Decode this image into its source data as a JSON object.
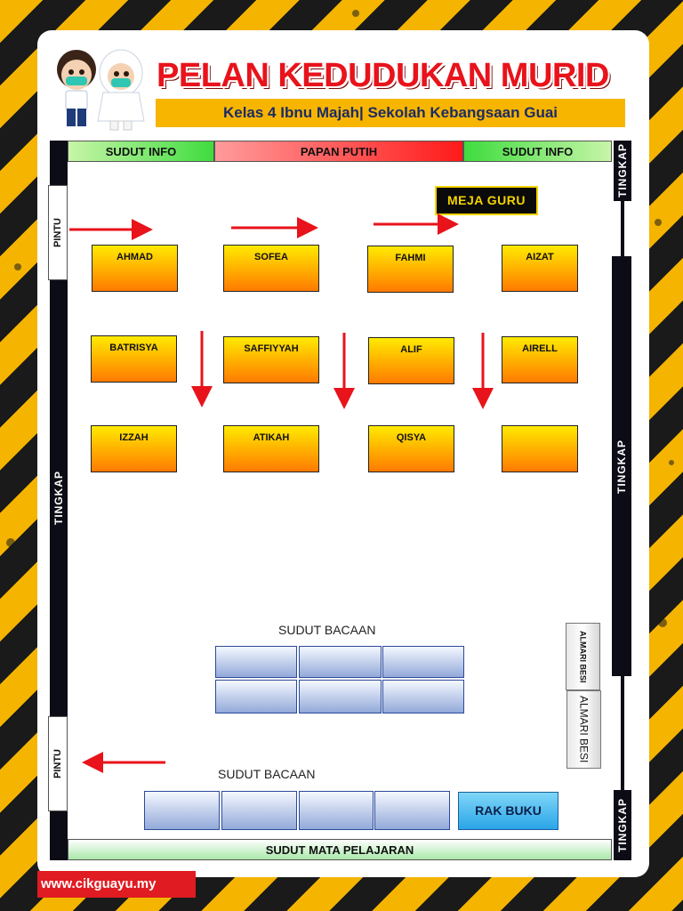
{
  "header": {
    "title": "PELAN KEDUDUKAN MURID",
    "subtitle": "Kelas 4 Ibnu Majah| Sekolah Kebangsaan Guai"
  },
  "top_bar": {
    "left": "SUDUT INFO",
    "center": "PAPAN PUTIH",
    "right": "SUDUT INFO"
  },
  "bottom_bar": {
    "label": "SUDUT MATA PELAJARAN"
  },
  "doors": {
    "top": "PINTU",
    "bottom": "PINTU"
  },
  "windows": {
    "left": "TINGKAP",
    "right_top": "TINGKAP",
    "right_mid": "TINGKAP",
    "right_bottom": "TINGKAP"
  },
  "teacher_desk": "MEJA GURU",
  "desks": {
    "row1": [
      "AHMAD",
      "SOFEA",
      "FAHMI",
      "AIZAT"
    ],
    "row2": [
      "BATRISYA",
      "SAFFIYYAH",
      "ALIF",
      "AIRELL"
    ],
    "row3": [
      "IZZAH",
      "ATIKAH",
      "QISYA",
      ""
    ]
  },
  "reading_corner": {
    "label_top": "SUDUT BACAAN",
    "label_bottom": "SUDUT BACAAN"
  },
  "bookshelf": "RAK BUKU",
  "cabinets": {
    "small": "ALMARI BESI",
    "large": "ALMARI BESI"
  },
  "footer": {
    "url": "www.cikguayu.my"
  },
  "colors": {
    "desk_top": "#ffea00",
    "desk_bottom": "#ff7a00",
    "arrow": "#e8131b",
    "title": "#e8131b",
    "subtitle_bg": "#f7b500"
  }
}
